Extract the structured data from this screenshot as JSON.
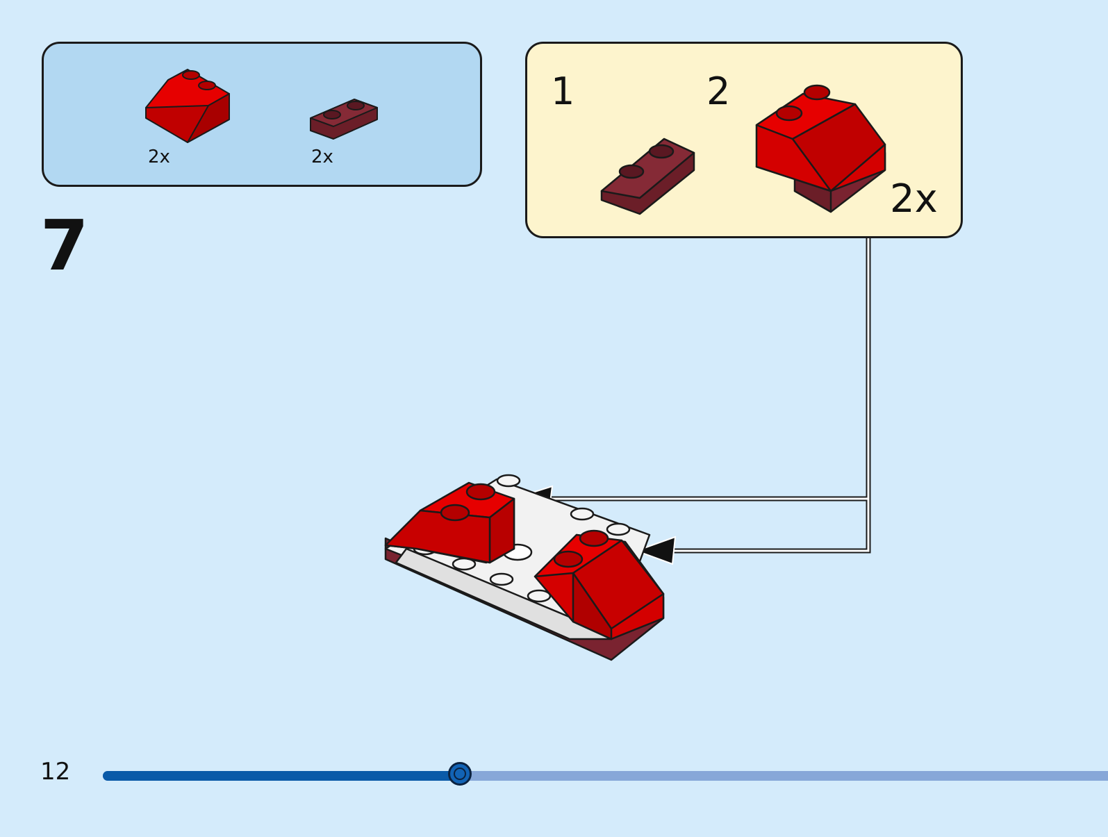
{
  "parts_list": {
    "items": [
      {
        "name": "red-slope-brick-2x2",
        "qty": "2x"
      },
      {
        "name": "dark-red-plate-1x2",
        "qty": "2x"
      }
    ]
  },
  "sub_assembly": {
    "step_1": "1",
    "step_2": "2",
    "multiplier": "2x"
  },
  "step_number": "7",
  "page_number": "12",
  "progress": {
    "fraction": 0.355
  },
  "colors": {
    "background": "#d4ebfb",
    "parts_box": "#b2d8f2",
    "sub_box": "#fdf4cd",
    "brick_red": "#d40000",
    "plate_dark_red": "#7a2330",
    "progress_fill": "#0a5aa8",
    "progress_track": "#87a7d8"
  }
}
